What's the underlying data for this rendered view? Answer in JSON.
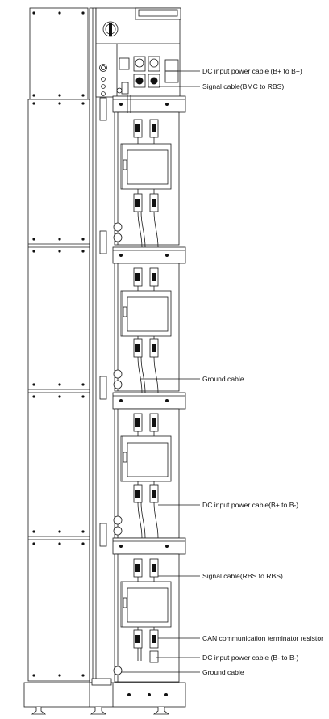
{
  "colors": {
    "line": "#1a1a1a",
    "fill": "#ffffff",
    "shade": "#d9d9d9",
    "dark": "#111111"
  },
  "callouts": [
    {
      "id": "dc-input-b-plus-top",
      "text": "DC input power cable  (B+ to B+)"
    },
    {
      "id": "signal-bmc-rbs",
      "text": "Signal cable(BMC to RBS)"
    },
    {
      "id": "ground-mid",
      "text": "Ground cable"
    },
    {
      "id": "dc-input-b-plus-b-minus",
      "text": "DC input power cable(B+ to B-)"
    },
    {
      "id": "signal-rbs-rbs",
      "text": "Signal cable(RBS to RBS)"
    },
    {
      "id": "can-terminator",
      "text": "CAN communication terminator resistor"
    },
    {
      "id": "dc-input-b-minus",
      "text": "DC input power cable  (B- to B-)"
    },
    {
      "id": "ground-bottom",
      "text": "Ground cable"
    }
  ],
  "modules": [
    {
      "id": "module-1"
    },
    {
      "id": "module-2"
    },
    {
      "id": "module-3"
    },
    {
      "id": "module-4"
    }
  ]
}
